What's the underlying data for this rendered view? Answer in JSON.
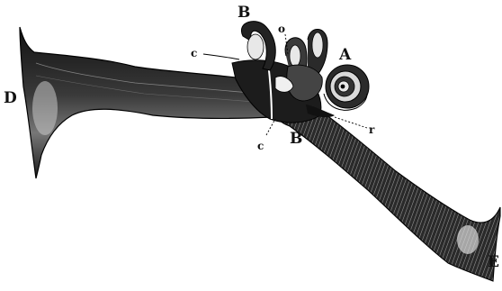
{
  "labels": {
    "A": "A",
    "B_top": "B",
    "B_bottom": "B",
    "C_top": "c",
    "C_bottom": "c",
    "D": "D",
    "E": "E",
    "O": "o",
    "R": "r"
  }
}
